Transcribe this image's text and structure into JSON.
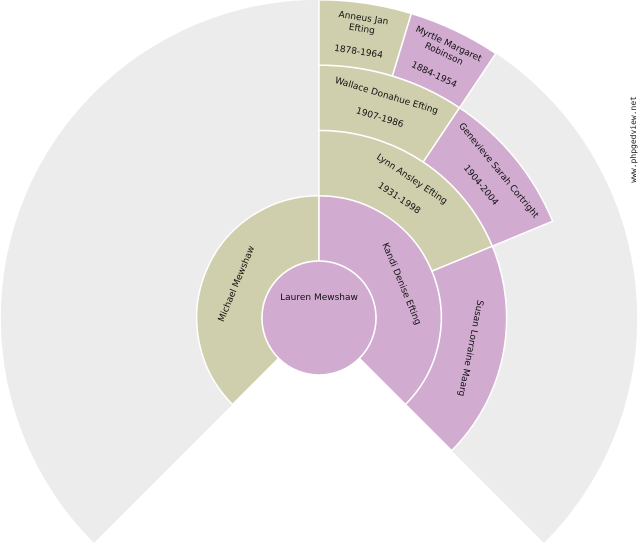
{
  "colors": {
    "background_fan": "#ececec",
    "male": "#cfcfad",
    "female": "#d1abd0",
    "separator": "#ffffff"
  },
  "watermark": "www.phpgedview.net",
  "center": {
    "name": [
      "Lauren Mewshaw"
    ],
    "dates": "",
    "sex": "female"
  },
  "generations": [
    [
      {
        "name": [
          "Michael Mewshaw"
        ],
        "dates": "",
        "sex": "male"
      },
      {
        "name": [
          "Kandi Denise Efting"
        ],
        "dates": "",
        "sex": "female"
      }
    ],
    [
      {
        "name": [
          "Lynn Ansley Efting"
        ],
        "dates": "1931-1998",
        "sex": "male"
      },
      {
        "name": [
          "Susan Lorraine Maarg"
        ],
        "dates": "",
        "sex": "female"
      }
    ],
    [
      {
        "name": [
          "Wallace Donahue Efting"
        ],
        "dates": "1907-1986",
        "sex": "male"
      },
      {
        "name": [
          "Genevieve Sarah Cortright"
        ],
        "dates": "1904-2004",
        "sex": "female"
      }
    ],
    [
      {
        "name": [
          "Anneus Jan",
          "Efting"
        ],
        "dates": "1878-1964",
        "sex": "male"
      },
      {
        "name": [
          "Myrtle Margaret",
          "Robinson"
        ],
        "dates": "1884-1954",
        "sex": "female"
      }
    ]
  ]
}
